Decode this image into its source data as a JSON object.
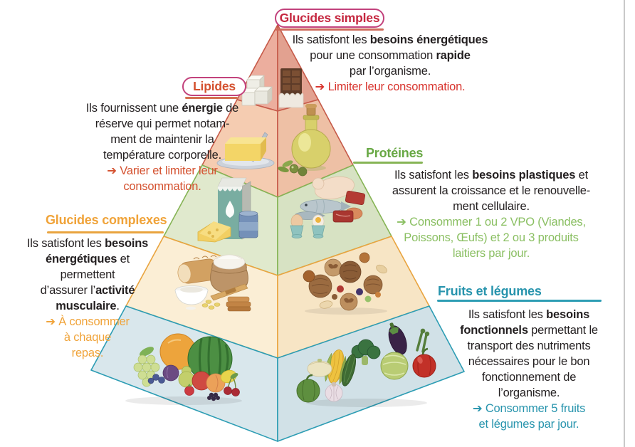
{
  "page": {
    "background": "#ffffff",
    "right_edge_line_color": "#c9c9c9"
  },
  "pyramid": {
    "tiers": [
      {
        "id": "glucides-simples",
        "left_fill": "#ecae9e",
        "right_fill": "#e2a190",
        "stroke": "#c65a49"
      },
      {
        "id": "lipides",
        "left_fill": "#f5ccb1",
        "right_fill": "#eec0a5",
        "stroke": "#c65a49"
      },
      {
        "id": "proteines",
        "left_fill": "#e0e9cd",
        "right_fill": "#d7e2c3",
        "stroke": "#86b455"
      },
      {
        "id": "glucides-complexes",
        "left_fill": "#fbeed5",
        "right_fill": "#f7e5c5",
        "stroke": "#e9a43f"
      },
      {
        "id": "fruits-legumes",
        "left_fill": "#d9e7ec",
        "right_fill": "#d1e1e7",
        "stroke": "#2d9db4"
      }
    ],
    "illustrations": [
      "sugar-cubes",
      "chocolate-bar",
      "butter-dish",
      "olive-oil-bottle",
      "milk-carton",
      "cheese-wedge",
      "preserve-jar",
      "poultry",
      "fish",
      "red-meat",
      "eggs-in-cups",
      "bread-loaf",
      "flour-sack",
      "cream-bowl",
      "breadstick",
      "biscuit-stack",
      "pasta-bits",
      "nuts-pile",
      "fruits-group",
      "vegetables-group"
    ]
  },
  "labels": {
    "glucides_simples": {
      "text": "Glucides simples",
      "text_color": "#c5273f",
      "pill_border": "#c2427c",
      "underline": "#cf6a5a"
    },
    "lipides": {
      "text": "Lipides",
      "text_color": "#d4512f",
      "pill_border": "#c2427c",
      "underline": "#d4704f"
    },
    "proteines": {
      "text": "Protéines",
      "text_color": "#68a844",
      "underline": "#86b455"
    },
    "glucides_complexes": {
      "text": "Glucides complexes",
      "text_color": "#f0a339",
      "underline": "#e9a43f"
    },
    "fruits_legumes": {
      "text": "Fruits et légumes",
      "text_color": "#2794ad",
      "underline": "#2d9db4"
    }
  },
  "blocks": {
    "glucides_simples": {
      "text_color": "#231f20",
      "lines": [
        [
          {
            "t": "Ils satisfont les "
          },
          {
            "t": "besoins énergétiques",
            "b": true
          }
        ],
        [
          {
            "t": "pour une consommation "
          },
          {
            "t": "rapide",
            "b": true
          }
        ],
        [
          {
            "t": "par l’organisme."
          }
        ]
      ],
      "reco_color": "#d8342e",
      "reco_lines": [
        [
          {
            "t": "➔ ",
            "b": true
          },
          {
            "t": "Limiter leur consommation."
          }
        ]
      ]
    },
    "lipides": {
      "text_color": "#231f20",
      "lines": [
        [
          {
            "t": "Ils fournissent une "
          },
          {
            "t": "énergie",
            "b": true
          },
          {
            "t": " de"
          }
        ],
        [
          {
            "t": "réserve qui permet notam-"
          }
        ],
        [
          {
            "t": "ment de maintenir la"
          }
        ],
        [
          {
            "t": "température corporelle."
          }
        ]
      ],
      "reco_color": "#d4512f",
      "reco_lines": [
        [
          {
            "t": "➔ ",
            "b": true
          },
          {
            "t": "Varier et limiter leur"
          }
        ],
        [
          {
            "t": "consommation."
          }
        ]
      ]
    },
    "proteines": {
      "text_color": "#231f20",
      "lines": [
        [
          {
            "t": "Ils satisfont les "
          },
          {
            "t": "besoins plastiques",
            "b": true
          },
          {
            "t": " et"
          }
        ],
        [
          {
            "t": "assurent la croissance et le renouvelle-"
          }
        ],
        [
          {
            "t": "ment cellulaire."
          }
        ]
      ],
      "reco_color": "#8abf62",
      "reco_lines": [
        [
          {
            "t": "➔ ",
            "b": true
          },
          {
            "t": "Consommer 1 ou 2 VPO (Viandes,"
          }
        ],
        [
          {
            "t": "Poissons, Œufs) et 2 ou 3 produits"
          }
        ],
        [
          {
            "t": "laitiers par jour."
          }
        ]
      ]
    },
    "glucides_complexes": {
      "text_color": "#231f20",
      "lines": [
        [
          {
            "t": "Ils satisfont les "
          },
          {
            "t": "besoins",
            "b": true
          }
        ],
        [
          {
            "t": "énergétiques",
            "b": true
          },
          {
            "t": " et"
          }
        ],
        [
          {
            "t": "permettent"
          }
        ],
        [
          {
            "t": "d’assurer l’"
          },
          {
            "t": "activité",
            "b": true
          }
        ],
        [
          {
            "t": "musculaire",
            "b": true
          },
          {
            "t": "."
          }
        ]
      ],
      "reco_color": "#f0a339",
      "reco_lines": [
        [
          {
            "t": "➔ ",
            "b": true
          },
          {
            "t": "À consommer"
          }
        ],
        [
          {
            "t": "à chaque"
          }
        ],
        [
          {
            "t": "repas."
          }
        ]
      ]
    },
    "fruits_legumes": {
      "text_color": "#231f20",
      "lines": [
        [
          {
            "t": "Ils satisfont les "
          },
          {
            "t": "besoins",
            "b": true
          }
        ],
        [
          {
            "t": "fonctionnels",
            "b": true
          },
          {
            "t": " permettant le"
          }
        ],
        [
          {
            "t": "transport des nutriments"
          }
        ],
        [
          {
            "t": "nécessaires pour le bon"
          }
        ],
        [
          {
            "t": "fonctionnement de"
          }
        ],
        [
          {
            "t": "l’organisme."
          }
        ]
      ],
      "reco_color": "#2794ad",
      "reco_lines": [
        [
          {
            "t": "➔ ",
            "b": true
          },
          {
            "t": "Consommer 5 fruits"
          }
        ],
        [
          {
            "t": "et légumes par jour."
          }
        ]
      ]
    }
  }
}
